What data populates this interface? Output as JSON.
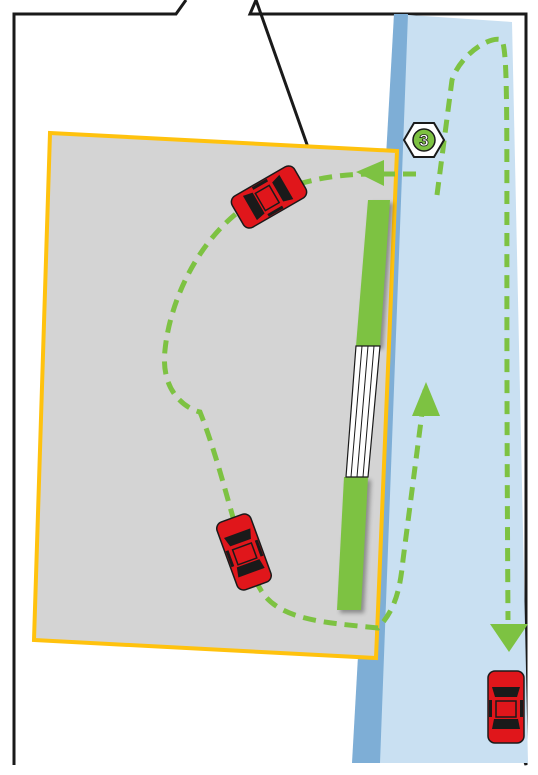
{
  "colors": {
    "background": "#ffffff",
    "frame": "#1a1a1a",
    "lot_fill": "#d4d4d4",
    "lot_border": "#ffc20e",
    "road_fill": "#c9e0f2",
    "road_edge": "#7eaed6",
    "path": "#7dc242",
    "barrier": "#7dc242",
    "car_body": "#e0161b",
    "car_glass": "#1a1a1a"
  },
  "scene": {
    "step_marker": {
      "label": "3",
      "shape": "hexagon"
    },
    "cars": [
      {
        "id": "car-upper",
        "icon": "red-car-icon"
      },
      {
        "id": "car-lower",
        "icon": "red-car-icon"
      },
      {
        "id": "car-road",
        "icon": "red-car-icon"
      }
    ],
    "barriers": [
      {
        "id": "barrier-upper",
        "icon": "green-barrier"
      },
      {
        "id": "barrier-lower",
        "icon": "green-barrier"
      }
    ],
    "crosswalk": {
      "icon": "crosswalk-stripes"
    },
    "arrows": [
      {
        "id": "arrow-into-lot",
        "direction": "left"
      },
      {
        "id": "arrow-road-up",
        "direction": "up"
      },
      {
        "id": "arrow-road-down",
        "direction": "down"
      }
    ]
  }
}
